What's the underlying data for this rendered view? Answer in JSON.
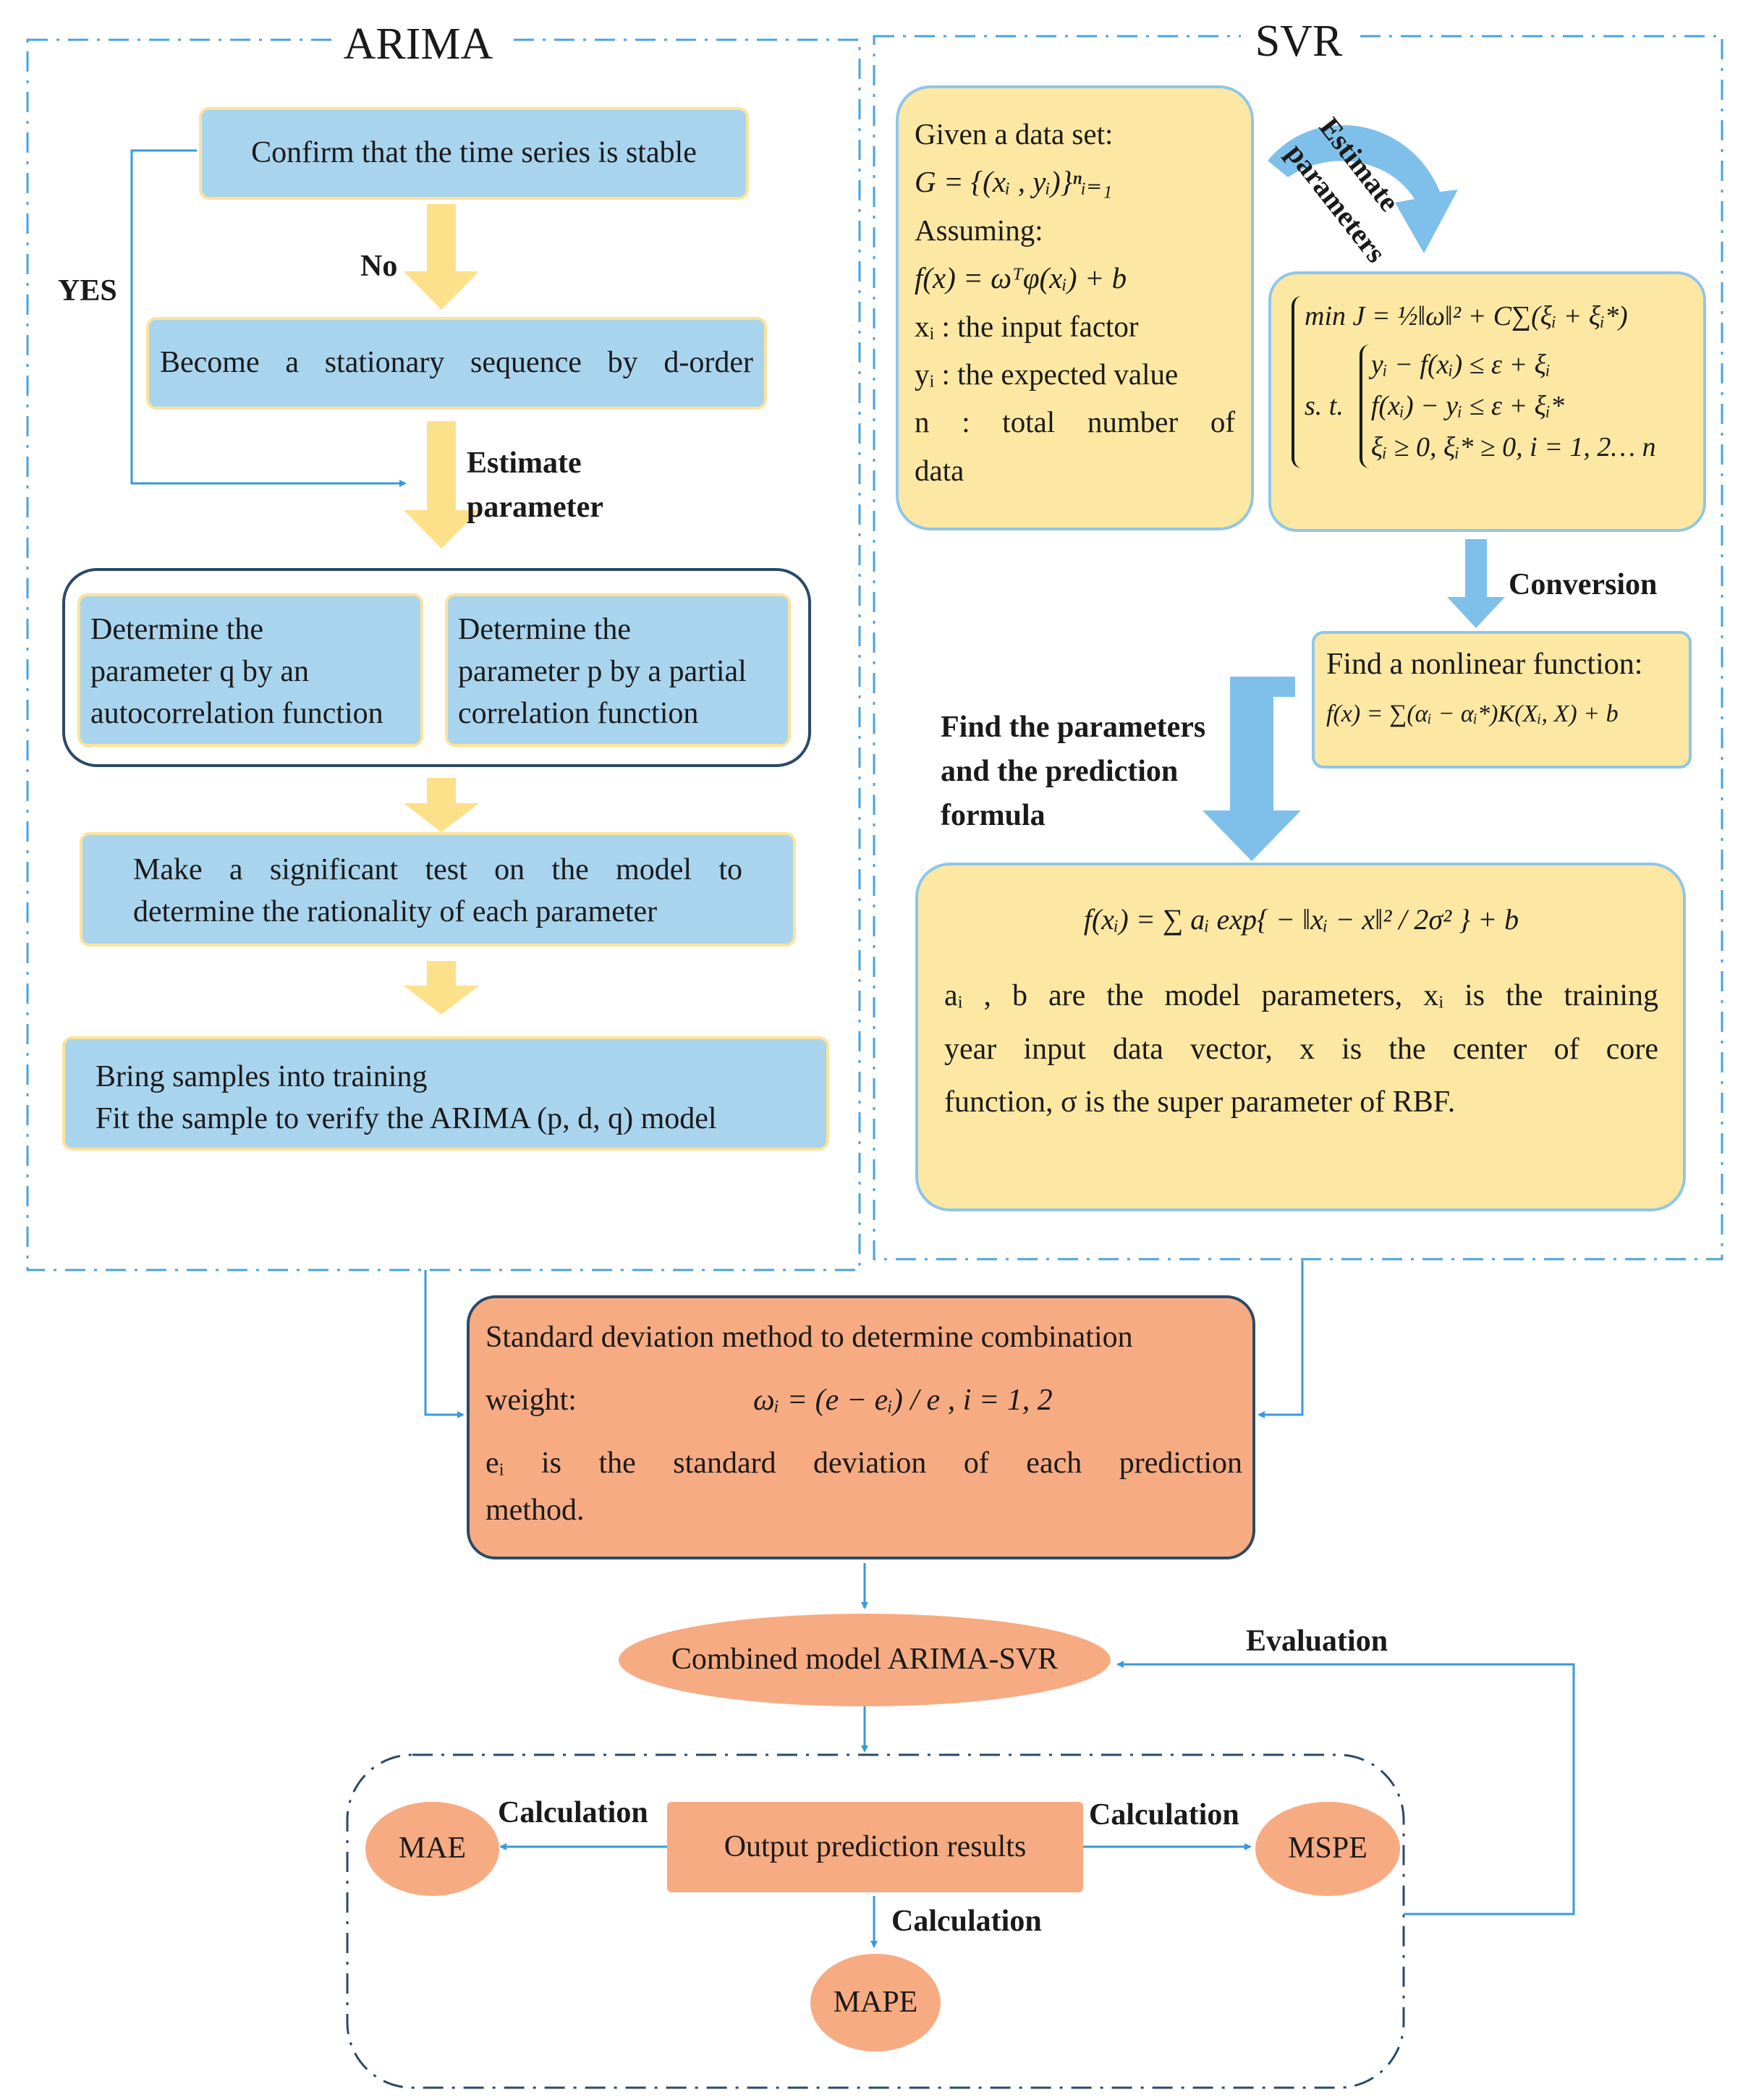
{
  "arima": {
    "title": "ARIMA",
    "step1": "Confirm that the time series is stable",
    "no_label": "No",
    "yes_label": "YES",
    "step2": "Become a stationary sequence by d-order",
    "estimate_label": [
      "Estimate",
      "parameter"
    ],
    "acf_box": [
      "Determine the",
      "parameter q by an",
      "autocorrelation function"
    ],
    "pacf_box": [
      "Determine the",
      "parameter p by a partial",
      "correlation function"
    ],
    "test_box": [
      "Make a significant test on the model to",
      "determine the rationality of each parameter"
    ],
    "train_box": [
      "Bring samples into training",
      "Fit the sample to verify the ARIMA (p, d, q) model"
    ]
  },
  "svr": {
    "title": "SVR",
    "estimate_arrow_label": [
      "Estimate",
      "parameters"
    ],
    "given_box": {
      "l1": "Given a data set:",
      "l2": "G = {(xᵢ , yᵢ)}ⁿᵢ₌₁",
      "l3": "Assuming:",
      "l4": "f(x) = ωᵀφ(xᵢ) + b",
      "l5": "xᵢ : the input factor",
      "l6": "yᵢ : the expected value",
      "l7": "n : total number of",
      "l8": "data"
    },
    "opt_box": {
      "l1": "min J = ½‖ω‖² + C∑(ξᵢ + ξᵢ*)",
      "st": "s. t.",
      "c1": "yᵢ − f(xᵢ) ≤ ε + ξᵢ",
      "c2": "f(xᵢ) − yᵢ ≤ ε + ξᵢ*",
      "c3": "ξᵢ ≥ 0,  ξᵢ* ≥ 0, i = 1, 2… n"
    },
    "conversion_label": "Conversion",
    "nonlinear_box": {
      "l1": "Find a nonlinear function:",
      "l2": "f(x) = ∑(αᵢ − αᵢ*)K(Xᵢ, X) + b"
    },
    "find_label": [
      "Find the parameters",
      "and the prediction",
      "formula"
    ],
    "rbf_box": {
      "formula": "f(xᵢ) = ∑ aᵢ exp{ − ‖xᵢ − x‖² / 2σ² } + b",
      "l1": "aᵢ , b  are the model parameters,  xᵢ is the training",
      "l2": "year input data vector,  x is the center of core",
      "l3": "function,  σ is the super parameter of RBF."
    }
  },
  "combo": {
    "l1": "Standard deviation method to determine combination",
    "weight": "weight:",
    "formula": "ωᵢ = (e − eᵢ) / e ,  i = 1, 2",
    "l3": "eᵢ  is  the  standard    deviation  of  each  prediction",
    "l4": "method."
  },
  "combined_model": "Combined model ARIMA-SVR",
  "evaluation_label": "Evaluation",
  "output_box": "Output prediction results",
  "calc_labels": [
    "Calculation",
    "Calculation",
    "Calculation"
  ],
  "metrics": [
    "MAE",
    "MSPE",
    "MAPE"
  ],
  "colors": {
    "blue_box": "#a9d4ee",
    "yellow_box": "#fde8a3",
    "orange_box": "#f7ab82",
    "arrow_yellow": "#fde08a",
    "arrow_blue": "#7fc0ea",
    "line_blue": "#3a9ad9",
    "frame_blue": "#4aa3df",
    "dark_frame": "#2b4a66"
  }
}
